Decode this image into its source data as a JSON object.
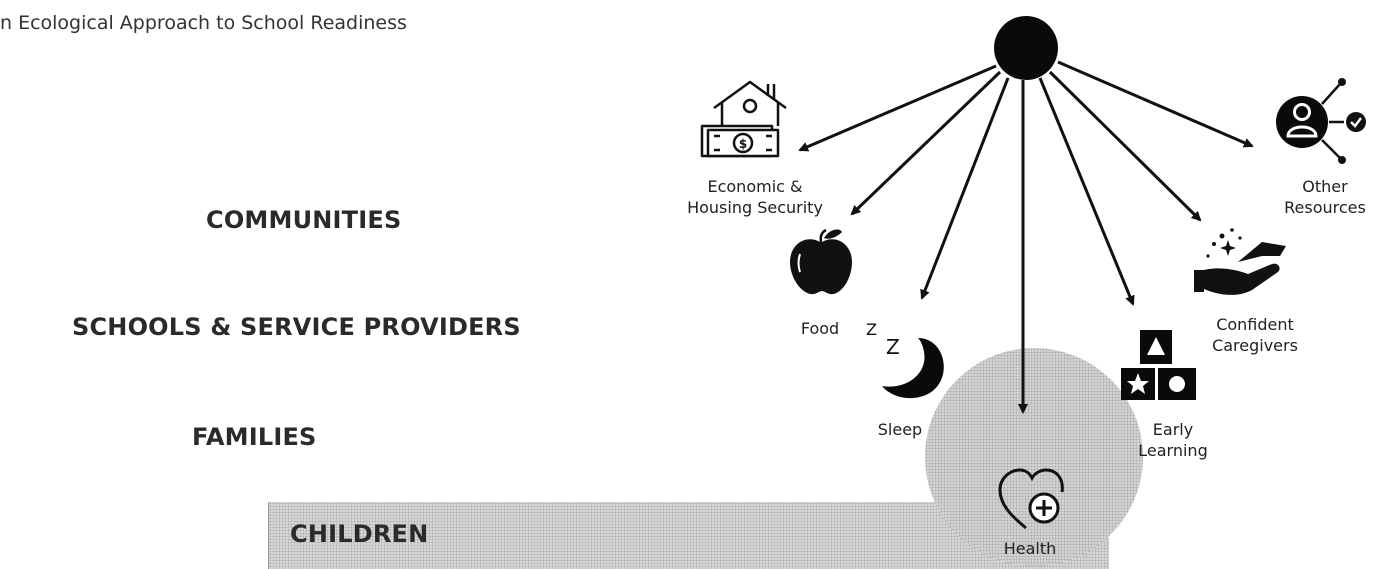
{
  "page": {
    "title": "n Ecological Approach to School Readiness"
  },
  "levels": {
    "communities": "COMMUNITIES",
    "schools": "SCHOOLS & SERVICE PROVIDERS",
    "families": "FAMILIES",
    "children": "CHILDREN"
  },
  "factors": [
    {
      "name": "Economic & Housing Security",
      "line1": "Economic &",
      "line2": "Housing Security",
      "icon": "house-money-icon"
    },
    {
      "name": "Food",
      "line1": "Food",
      "line2": "",
      "icon": "apple-icon"
    },
    {
      "name": "Sleep",
      "line1": "Sleep",
      "line2": "",
      "icon": "moon-zz-icon"
    },
    {
      "name": "Health",
      "line1": "Health",
      "line2": "",
      "icon": "heart-plus-icon"
    },
    {
      "name": "Early Learning",
      "line1": "Early",
      "line2": "Learning",
      "icon": "blocks-icon"
    },
    {
      "name": "Confident Caregivers",
      "line1": "Confident",
      "line2": "Caregivers",
      "icon": "caring-hand-icon"
    },
    {
      "name": "Other Resources",
      "line1": "Other",
      "line2": "Resources",
      "icon": "person-network-icon"
    }
  ],
  "colors": {
    "ink": "#111111",
    "shading": "#d3d3d3",
    "text": "#222222"
  }
}
